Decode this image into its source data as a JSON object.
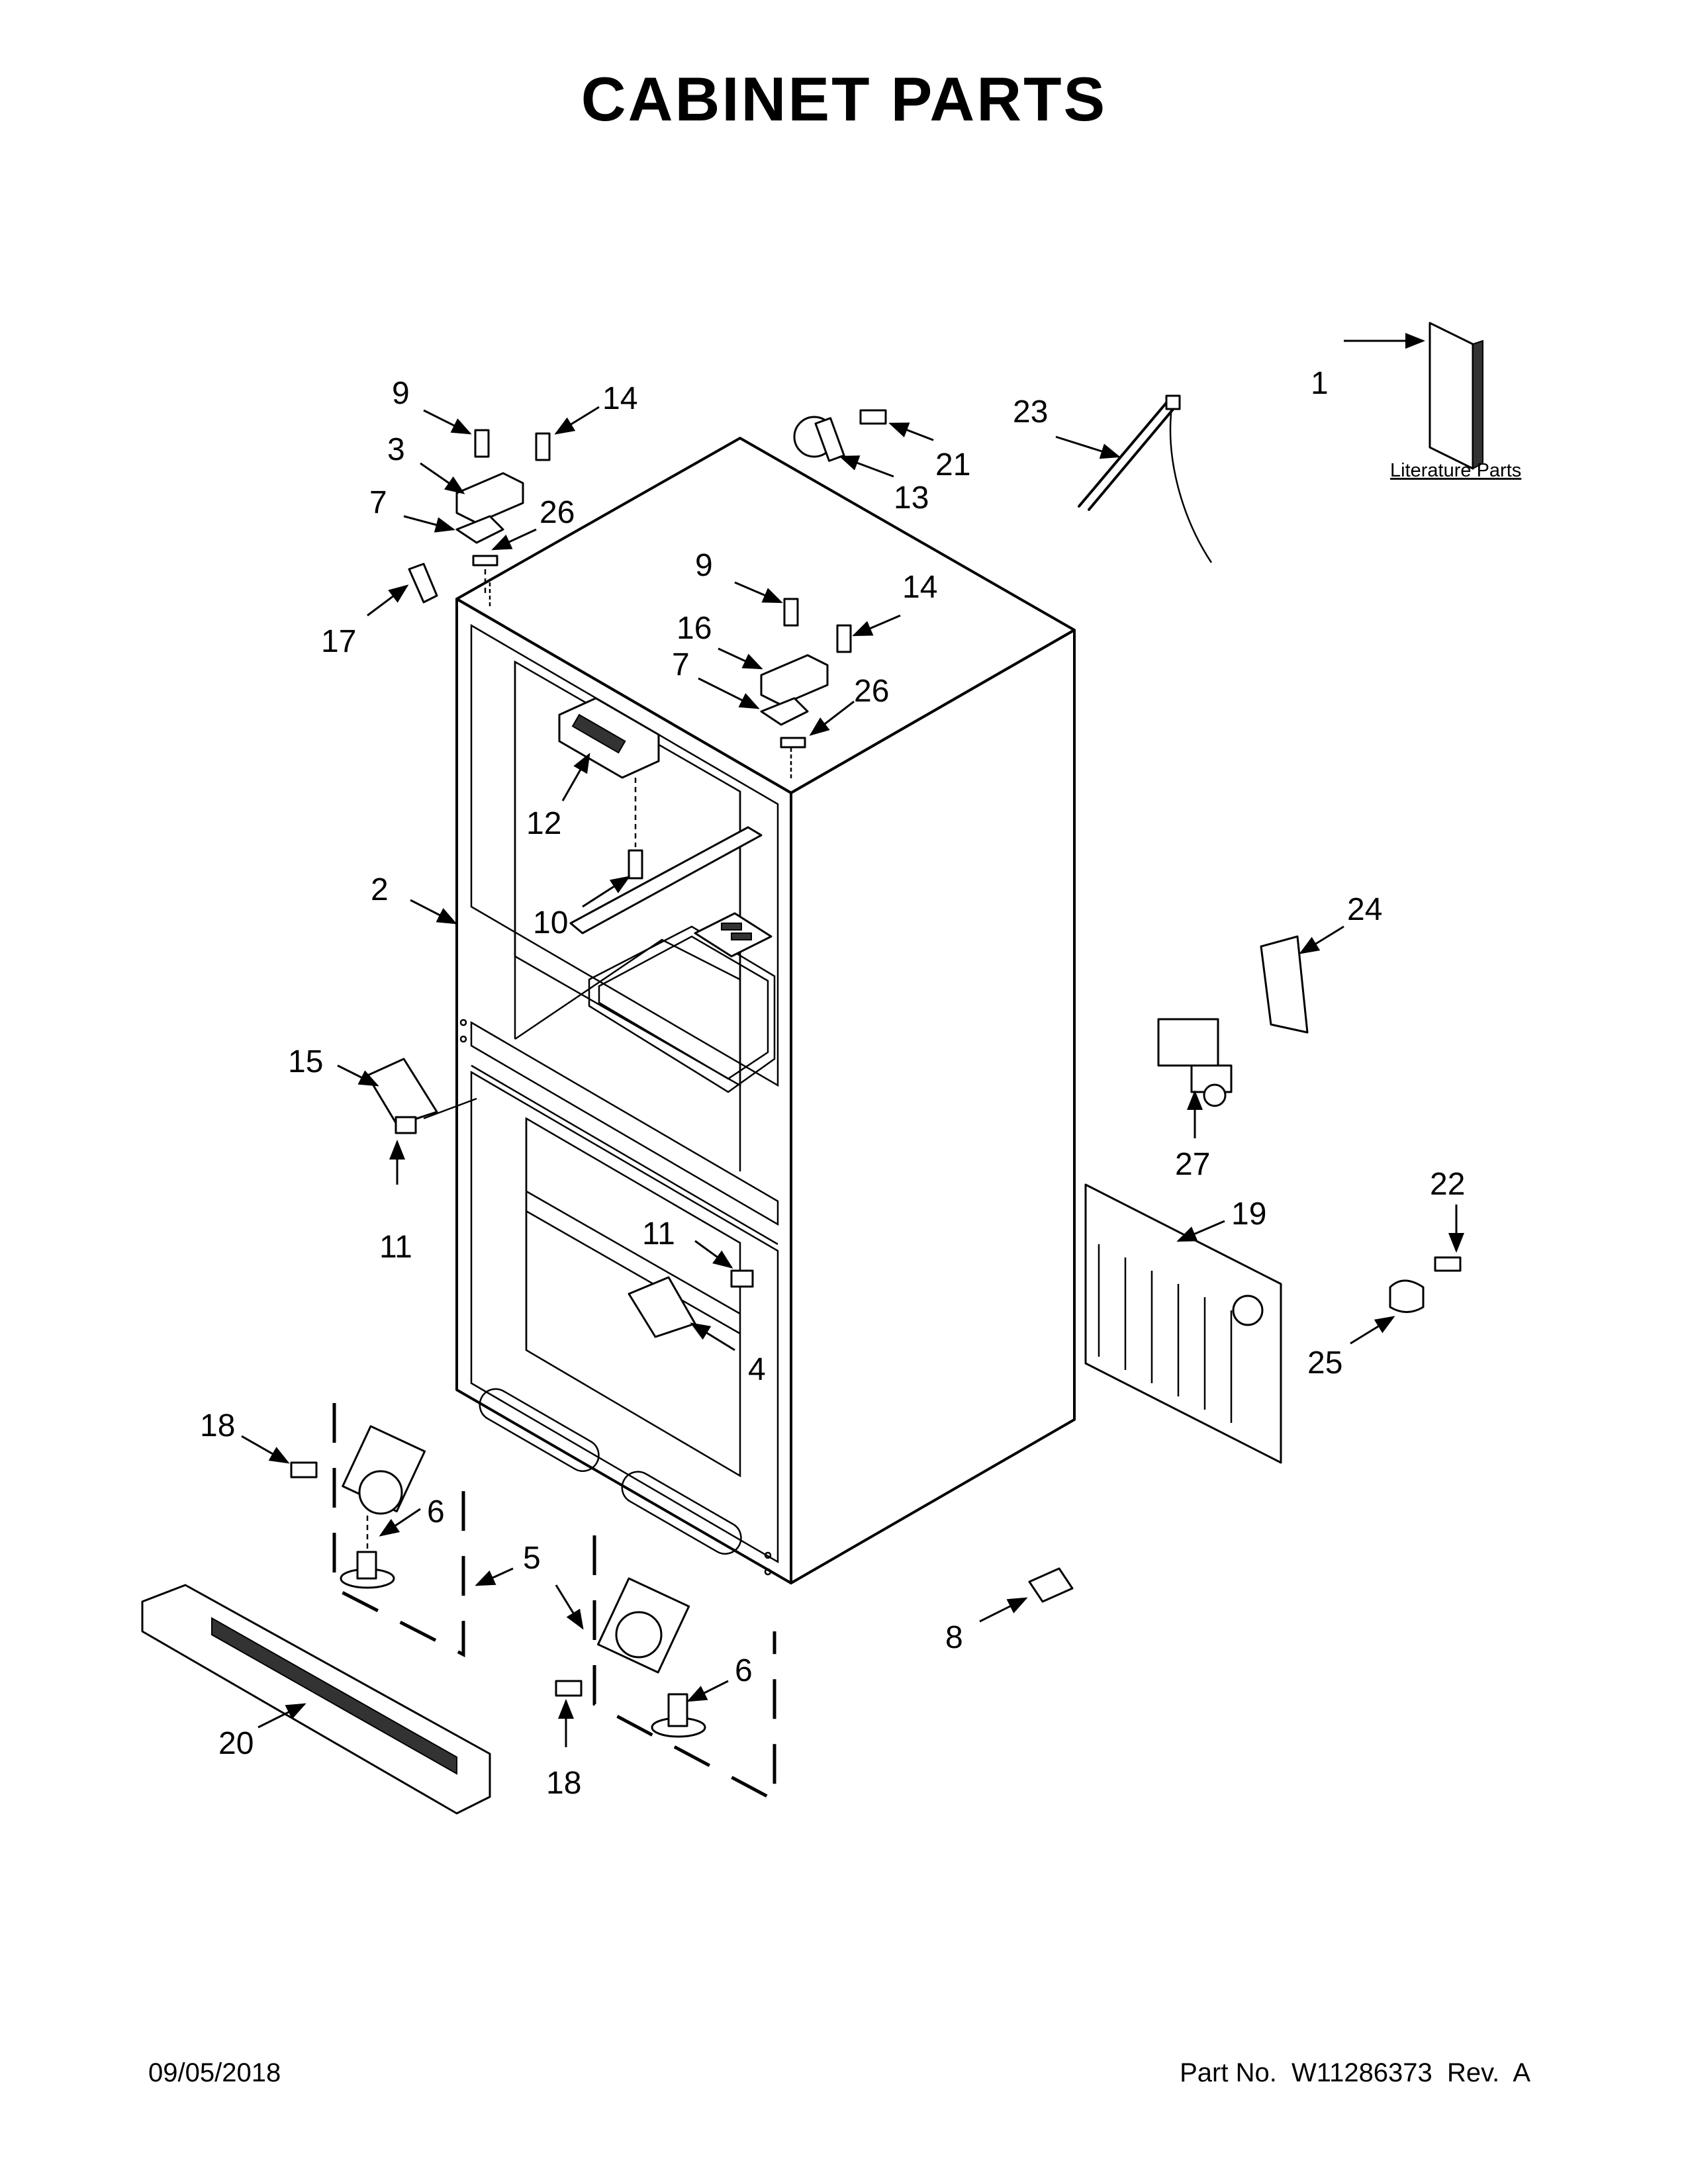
{
  "title": "CABINET PARTS",
  "footer": {
    "date": "09/05/2018",
    "part_no": "Part No.  W11286373  Rev.  A"
  },
  "literature_label": "Literature Parts",
  "callouts": {
    "c1": "1",
    "c2": "2",
    "c3": "3",
    "c4": "4",
    "c5": "5",
    "c6a": "6",
    "c6b": "6",
    "c7a": "7",
    "c7b": "7",
    "c8": "8",
    "c9a": "9",
    "c9b": "9",
    "c10": "10",
    "c11a": "11",
    "c11b": "11",
    "c12": "12",
    "c13": "13",
    "c14a": "14",
    "c14b": "14",
    "c15": "15",
    "c16": "16",
    "c17": "17",
    "c18a": "18",
    "c18b": "18",
    "c19": "19",
    "c20": "20",
    "c21": "21",
    "c22": "22",
    "c23": "23",
    "c24": "24",
    "c25": "25",
    "c26a": "26",
    "c26b": "26",
    "c27": "27"
  }
}
